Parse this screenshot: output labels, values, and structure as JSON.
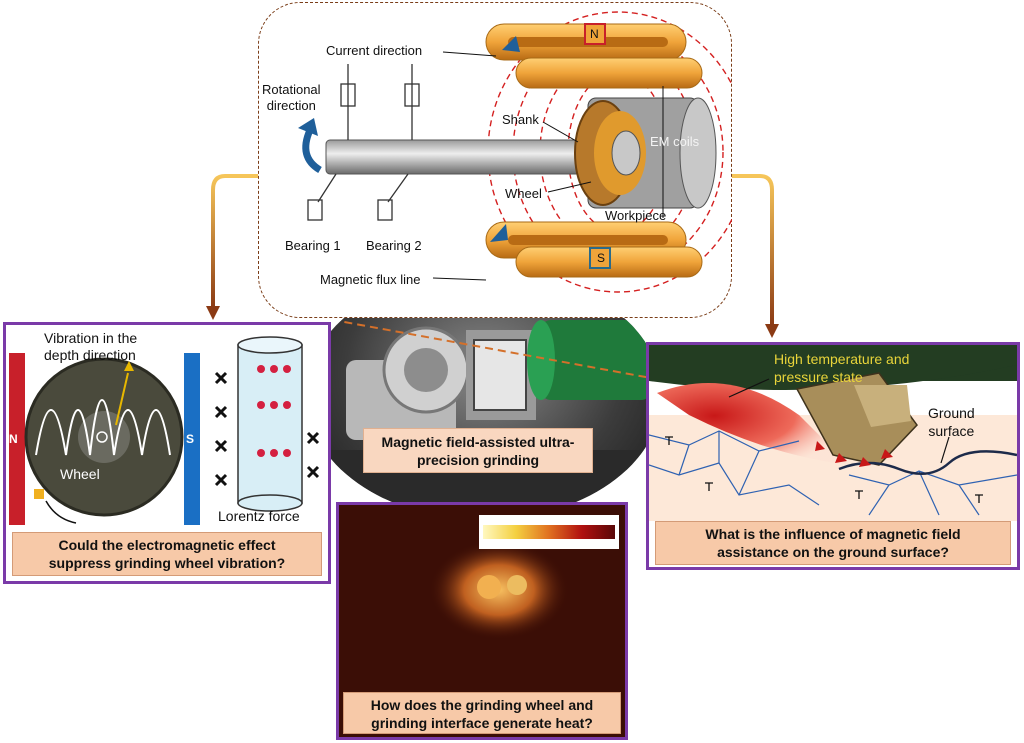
{
  "top": {
    "current_direction": "Current direction",
    "rotational_direction": "Rotational\ndirection",
    "shank": "Shank",
    "em_coils": "EM coils",
    "wheel": "Wheel",
    "workpiece": "Workpiece",
    "bearing1": "Bearing 1",
    "bearing2": "Bearing 2",
    "magnetic_flux_line": "Magnetic flux line",
    "pole_n": "N",
    "pole_s": "S"
  },
  "left_panel": {
    "vibration_label": "Vibration in the\ndepth direction",
    "pole_n": "N",
    "pole_s": "S",
    "wheel": "Wheel",
    "lorentz": "Lorentz force",
    "caption": "Could the electromagnetic effect\nsuppress grinding wheel vibration?"
  },
  "center": {
    "caption": "Magnetic field-assisted ultra-\nprecision grinding"
  },
  "bottom_panel": {
    "caption": "How does the grinding wheel and\ngrinding interface generate heat?"
  },
  "right_panel": {
    "high_temp": "High temperature and\npressure state",
    "ground_surface": "Ground\nsurface",
    "caption": "What is the influence of magnetic field\nassistance on the ground surface?"
  },
  "colors": {
    "panel_border": "#7a3aa8",
    "caption_bg": "#f7c9a8",
    "coil": "#f0a43a",
    "flux": "#d42020",
    "pole_n": "#c8202a",
    "pole_s": "#1a6fc4"
  }
}
